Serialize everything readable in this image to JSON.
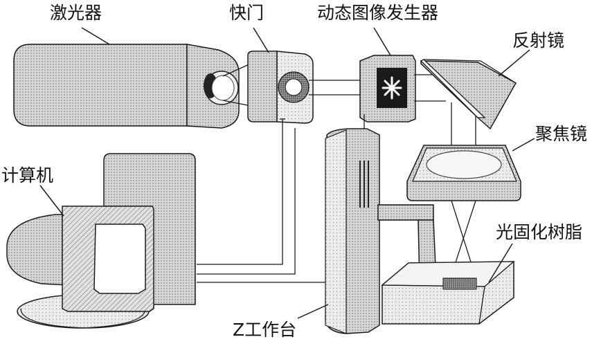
{
  "labels": {
    "laser": "激光器",
    "shutter": "快门",
    "dmd": "动态图像发生器",
    "mirror": "反射镜",
    "lens": "聚焦镜",
    "computer": "计算机",
    "resin": "光固化树脂",
    "z_stage": "Z工作台"
  },
  "colors": {
    "outline": "#1a1a1a",
    "shade_dark": "#7a7a7a",
    "shade_mid": "#b5b5b5",
    "shade_light": "#dedede",
    "face_white": "#f7f7f7"
  },
  "icons": {
    "dmd_pattern": "star-pattern-icon"
  }
}
